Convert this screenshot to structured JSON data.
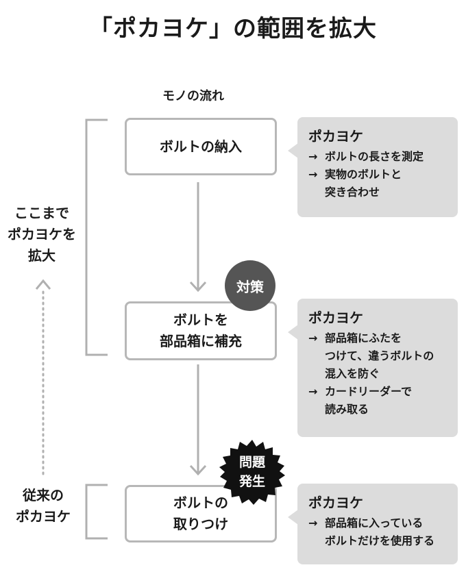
{
  "title": "「ポカヨケ」の範囲を拡大",
  "flow_label": "モノの流れ",
  "steps": [
    {
      "label": "ボルトの納入"
    },
    {
      "label": "ボルトを\n部品箱に補充"
    },
    {
      "label": "ボルトの\n取りつけ"
    }
  ],
  "callouts": [
    {
      "heading": "ポカヨケ",
      "items": [
        "ボルトの長さを測定",
        "実物のボルトと\n突き合わせ"
      ]
    },
    {
      "heading": "ポカヨケ",
      "items": [
        "部品箱にふたを\nつけて、違うボルトの\n混入を防ぐ",
        "カードリーダーで\n読み取る"
      ]
    },
    {
      "heading": "ポカヨケ",
      "items": [
        "部品箱に入っている\nボルトだけを使用する"
      ]
    }
  ],
  "arrow_glyph": "→",
  "side_labels": {
    "expanded": "ここまで\nポカヨケを\n拡大",
    "conventional": "従来の\nポカヨケ"
  },
  "badges": {
    "countermeasure": "対策",
    "problem": "問題\n発生"
  },
  "colors": {
    "box_border": "#b7b7b7",
    "callout_bg": "#dcdcdc",
    "connector": "#b0b0b0",
    "badge_dark": "#555555",
    "burst": "#111111"
  }
}
